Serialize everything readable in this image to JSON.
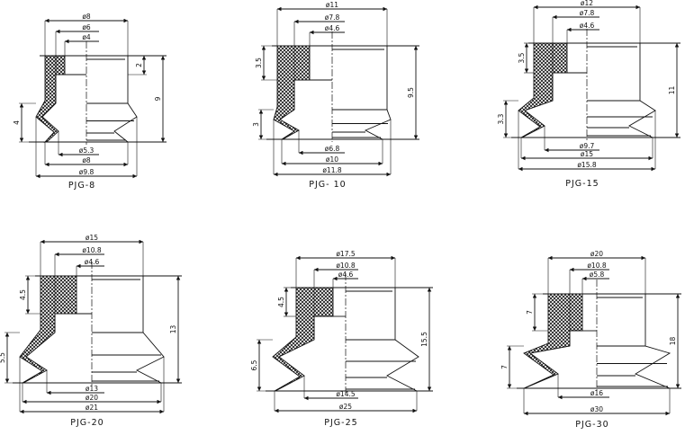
{
  "drawings": [
    {
      "title": "PJG-8",
      "top_dims": [
        "ø8",
        "ø6",
        "ø4"
      ],
      "bottom_dims": [
        "ø5.3",
        "ø8",
        "ø9.8"
      ],
      "block_height": "2",
      "bellows_height": "4",
      "total_height": "9"
    },
    {
      "title": "PJG- 10",
      "top_dims": [
        "ø11",
        "ø7.8",
        "ø4.6"
      ],
      "bottom_dims": [
        "ø6.8",
        "ø10",
        "ø11.8"
      ],
      "block_height": "3.5",
      "bellows_height": "3",
      "total_height": "9.5"
    },
    {
      "title": "PJG-15",
      "top_dims": [
        "ø12",
        "ø7.8",
        "ø4.6"
      ],
      "bottom_dims": [
        "ø9.7",
        "ø15",
        "ø15.8"
      ],
      "block_height": "3.5",
      "bellows_height": "3.3",
      "total_height": "11"
    },
    {
      "title": "PJG-20",
      "top_dims": [
        "ø15",
        "ø10.8",
        "ø4.6"
      ],
      "bottom_dims": [
        "ø13",
        "ø20",
        "ø21"
      ],
      "block_height": "4.5",
      "bellows_height": "5.5",
      "total_height": "13"
    },
    {
      "title": "PJG-25",
      "top_dims": [
        "ø17.5",
        "ø10.8",
        "ø4.6"
      ],
      "bottom_dims": [
        "ø14.5",
        "ø25"
      ],
      "block_height": "4.5",
      "bellows_height": "6.5",
      "total_height": "15.5"
    },
    {
      "title": "PJG-30",
      "top_dims": [
        "ø20",
        "ø10.8",
        "ø5.8"
      ],
      "bottom_dims": [
        "ø16",
        "ø30"
      ],
      "block_height": "7",
      "bellows_height": "7",
      "total_height": "18"
    }
  ]
}
